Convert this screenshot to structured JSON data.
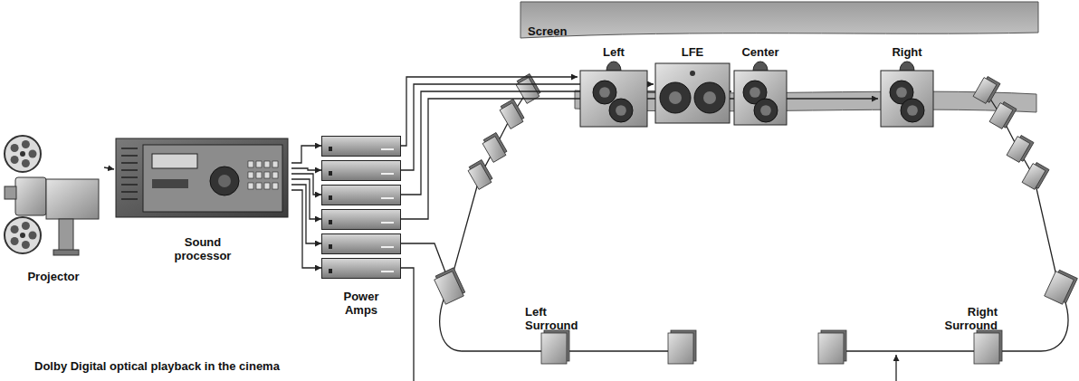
{
  "diagram": {
    "caption": "Dolby Digital optical playback in the cinema",
    "nodes": [
      {
        "text": [
          "Projector"
        ]
      },
      {
        "text": [
          "Sound processor"
        ]
      },
      {
        "text": [
          "Power Amps"
        ]
      },
      {
        "text": [
          "Screen"
        ]
      },
      {
        "text": [
          "Left"
        ]
      },
      {
        "text": [
          "LFE"
        ]
      },
      {
        "text": [
          "Center"
        ]
      },
      {
        "text": [
          "Right"
        ]
      }
    ],
    "edges": [
      {
        "from": 0,
        "to": 1,
        "arrow": "to"
      },
      {
        "from": 1,
        "to": 2,
        "arrow": "to"
      },
      {
        "from": 2,
        "to": 4,
        "arrow": "to"
      },
      {
        "from": 2,
        "to": 5,
        "arrow": "to"
      },
      {
        "from": 2,
        "to": 6,
        "arrow": "to"
      },
      {
        "from": 2,
        "to": 7,
        "arrow": "to"
      }
    ],
    "labels": [
      "Left Surround",
      "Right Surround"
    ]
  }
}
